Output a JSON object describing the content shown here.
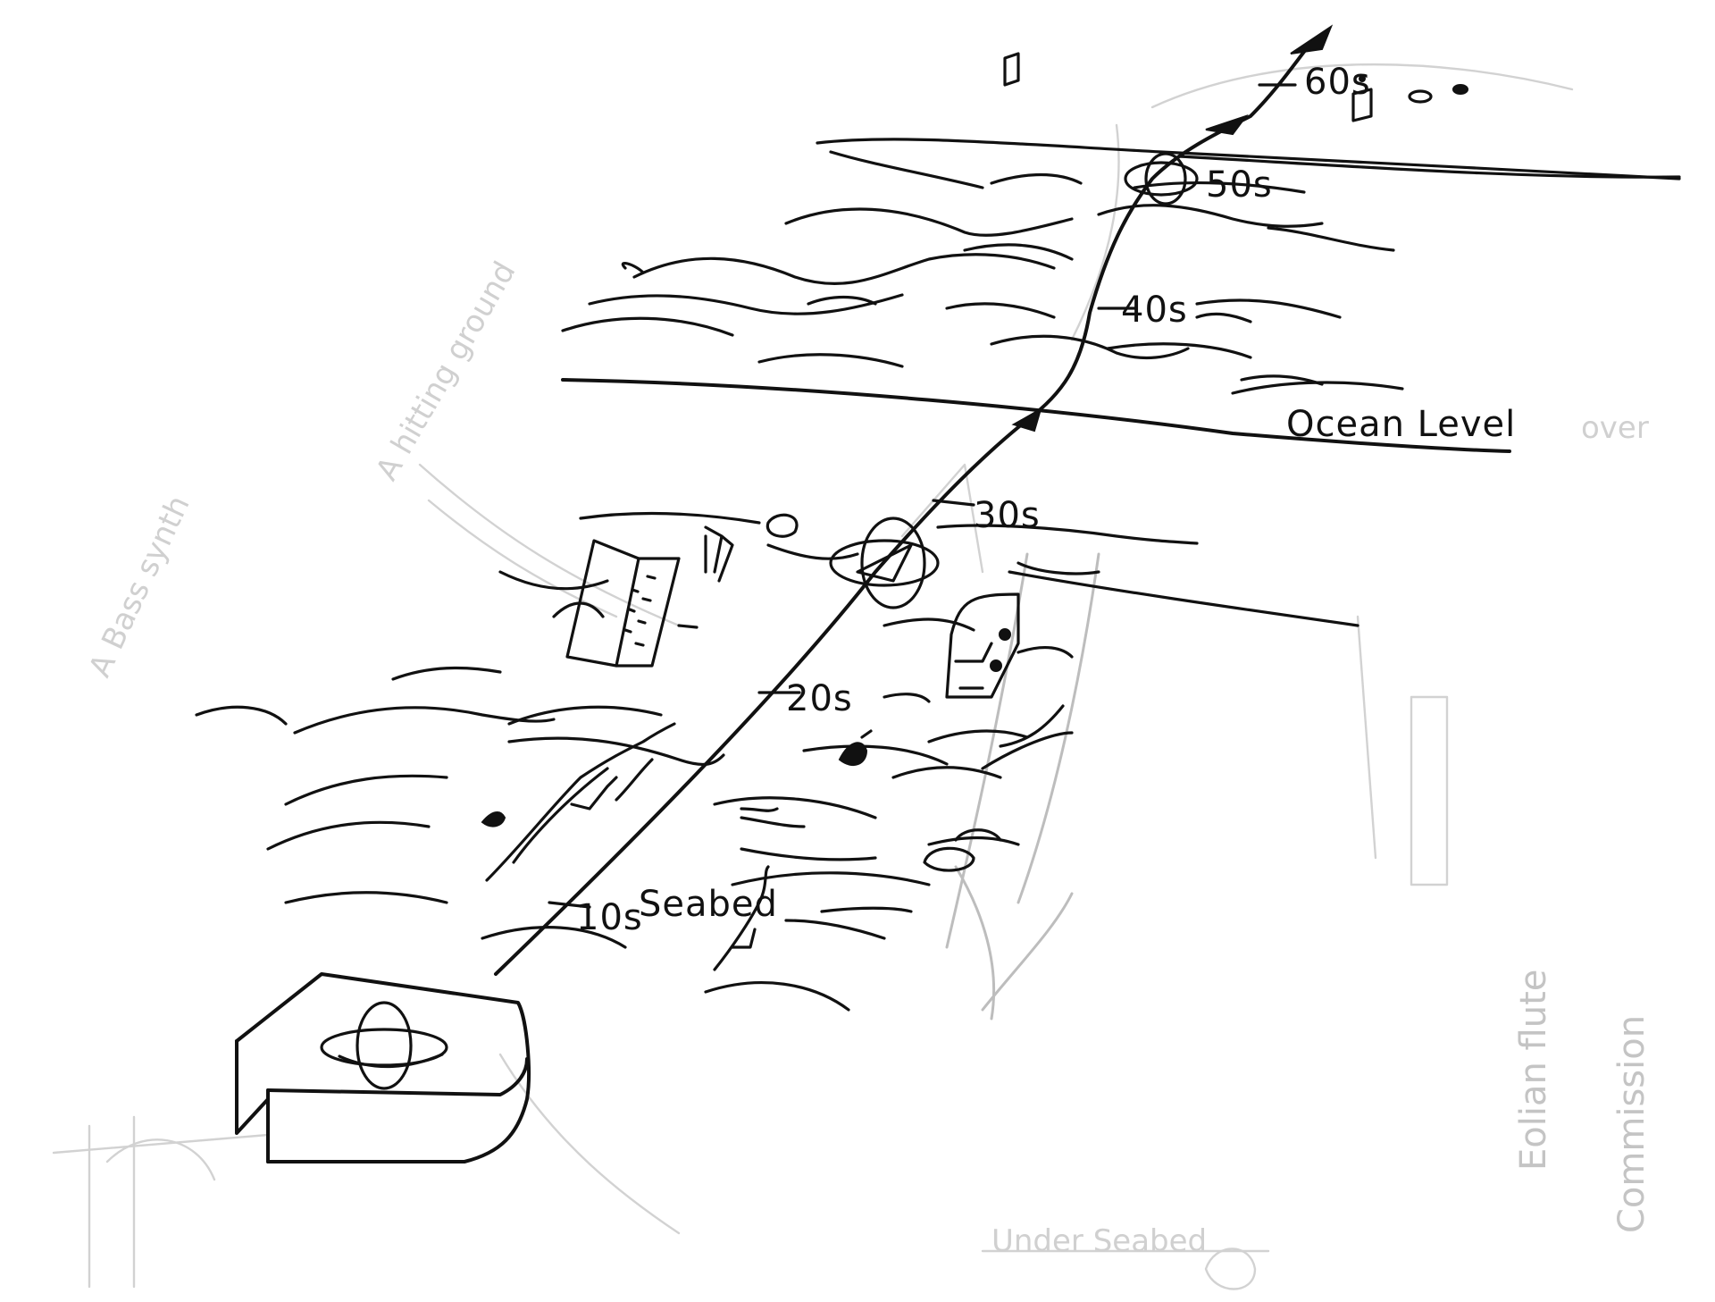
{
  "labels": {
    "ocean_level": "Ocean Level",
    "seabed": "Seabed",
    "t10": "10s",
    "t20": "20s",
    "t30": "30s",
    "t40": "40s",
    "t50": "50s",
    "t60": "60s"
  },
  "faint_notes": {
    "bass_synth": "A Bass synth",
    "hitting_ground": "A hitting ground",
    "over": "over",
    "under_seabed": "Under Seabed",
    "vertical_1": "Eolian flute",
    "vertical_2": "Commission"
  },
  "colors": {
    "ink": "#111111",
    "ghost": "#d2d2d2",
    "paper": "#ffffff"
  }
}
